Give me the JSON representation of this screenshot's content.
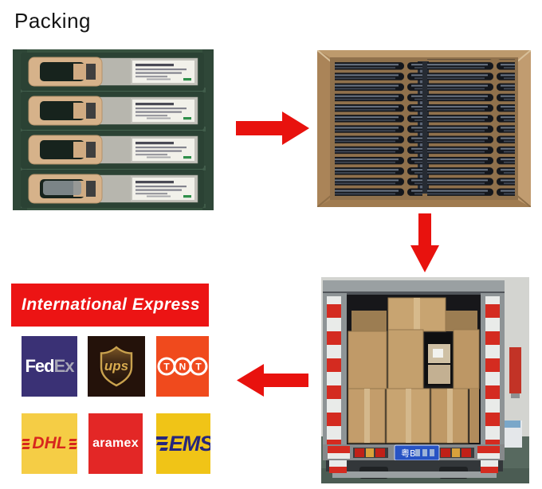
{
  "page": {
    "title": "Packing"
  },
  "flow": {
    "step1": "transceivers-in-tray-photo",
    "step2": "antistatic-bags-in-carton-photo",
    "step3": "cartons-loaded-in-truck-photo"
  },
  "banner": {
    "label": "International Express",
    "bg": "#ec1414",
    "fg": "#ffffff"
  },
  "truck": {
    "license_plate": "粤B"
  },
  "logos": {
    "fedex": {
      "part1": "Fed",
      "part2": "Ex",
      "bg": "#3a3175",
      "part2_color": "#a7a6b6"
    },
    "ups": {
      "label": "ups",
      "bg": "#24120a",
      "gold": "#d8ab4f"
    },
    "tnt": {
      "letters": [
        "T",
        "N",
        "T"
      ],
      "bg": "#f04a1d"
    },
    "dhl": {
      "label": "DHL",
      "bg": "#f5cd45",
      "fg": "#d7271d"
    },
    "aramex": {
      "label": "aramex",
      "bg": "#e32726",
      "fg": "#ffffff"
    },
    "ems": {
      "label": "EMS",
      "bg": "#f0c417",
      "fg": "#26267e"
    }
  },
  "colors": {
    "arrow_red": "#e8120e",
    "tray_green": "#37523f",
    "cardboard": "#b28c60"
  }
}
